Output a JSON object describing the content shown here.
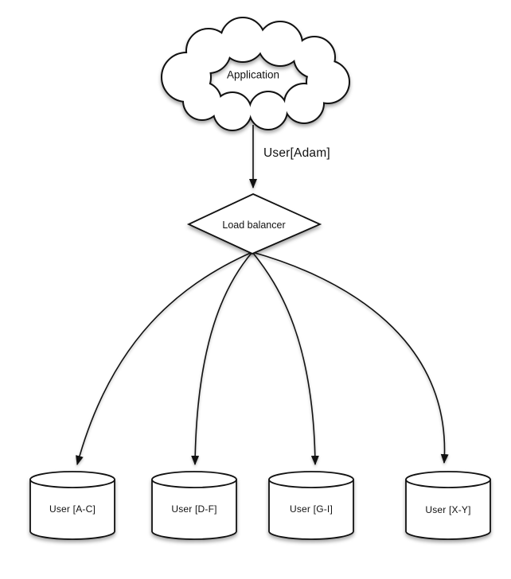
{
  "diagram": {
    "cloud": {
      "label": "Application"
    },
    "edge": {
      "label": "User[Adam]"
    },
    "load_balancer": {
      "label": "Load balancer"
    },
    "shards": [
      {
        "label": "User [A-C]"
      },
      {
        "label": "User [D-F]"
      },
      {
        "label": "User [G-I]"
      },
      {
        "label": "User [X-Y]"
      }
    ],
    "colors": {
      "stroke": "#111111",
      "fill": "#ffffff",
      "background": "#ffffff",
      "shadow": "rgba(0,0,0,0.35)"
    }
  }
}
